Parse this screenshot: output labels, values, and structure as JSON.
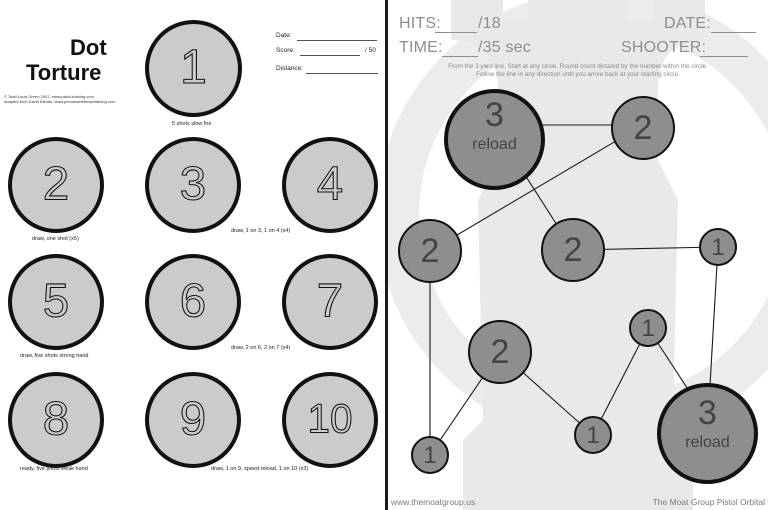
{
  "left": {
    "title_line1": "Dot",
    "title_line2": "Torture",
    "credit_line1": "© Todd Louis Green 2007, www.pistol-training.com",
    "credit_line2": "adapted from David Blinder, www.personaldefensetraining.com",
    "fields": {
      "date_label": "Date:",
      "score_label": "Score:",
      "score_suffix": "/ 50",
      "distance_label": "Distance:"
    },
    "dots": [
      {
        "number": "1"
      },
      {
        "number": "2"
      },
      {
        "number": "3"
      },
      {
        "number": "4"
      },
      {
        "number": "5"
      },
      {
        "number": "6"
      },
      {
        "number": "7"
      },
      {
        "number": "8"
      },
      {
        "number": "9"
      },
      {
        "number": "10"
      }
    ],
    "captions": {
      "c1": "5 shots slow fire",
      "c2": "draw, one shot (x5)",
      "c34": "draw, 1 on 3, 1 on 4 (x4)",
      "c5": "draw, five shots strong hand",
      "c67": "draw, 2 on 6, 2 on 7 (x4)",
      "c8": "ready, five shots weak hand",
      "c910": "draw, 1 on 9, speed reload, 1 on 10 (x3)"
    }
  },
  "right": {
    "hits_label": "HITS:",
    "hits_suffix": "/18",
    "date_label": "DATE:",
    "time_label": "TIME:",
    "time_suffix": "/35 sec",
    "shooter_label": "SHOOTER:",
    "instruction_line1": "From the 3 yard line.  Start at any circle.  Round count dictated by the number within the circle.",
    "instruction_line2": "Follow the line in any direction until you arrive back at your starting circle.",
    "circles": [
      {
        "number": "3",
        "sub": "reload"
      },
      {
        "number": "2",
        "sub": ""
      },
      {
        "number": "2",
        "sub": ""
      },
      {
        "number": "2",
        "sub": ""
      },
      {
        "number": "1",
        "sub": ""
      },
      {
        "number": "2",
        "sub": ""
      },
      {
        "number": "1",
        "sub": ""
      },
      {
        "number": "3",
        "sub": "reload"
      },
      {
        "number": "1",
        "sub": ""
      },
      {
        "number": "1",
        "sub": ""
      }
    ],
    "footer_left": "www.themoatgroup.us",
    "footer_right": "The Moat Group Pistol Orbital"
  }
}
